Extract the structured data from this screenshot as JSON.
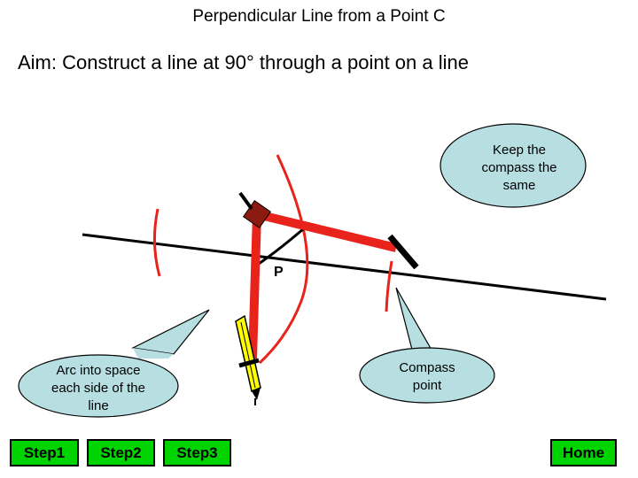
{
  "title": "Perpendicular Line from a Point C",
  "aim": "Aim: Construct a line at 90° through a point on a line",
  "point_label": "P",
  "callouts": {
    "keep_compass": "Keep the compass the same",
    "arc_space": "Arc into space each side of the line",
    "compass_point": "Compass point"
  },
  "nav": {
    "step1": "Step1",
    "step2": "Step2",
    "step3": "Step3",
    "home": "Home"
  },
  "colors": {
    "construction": "#e8231c",
    "callout_fill": "#b7dfe2",
    "button": "#00d400",
    "pencil": "#ffff00"
  }
}
